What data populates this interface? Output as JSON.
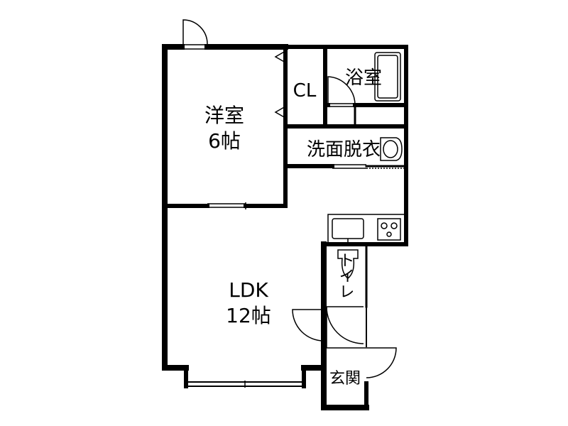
{
  "rooms": {
    "western": {
      "name": "洋室",
      "size": "6帖"
    },
    "closet": {
      "name": "CL"
    },
    "bath": {
      "name": "浴室"
    },
    "washroom": {
      "name": "洗面脱衣"
    },
    "toilet": {
      "name": "トイレ"
    },
    "ldk": {
      "name": "LDK",
      "size": "12帖"
    },
    "entrance": {
      "name": "玄関"
    }
  }
}
